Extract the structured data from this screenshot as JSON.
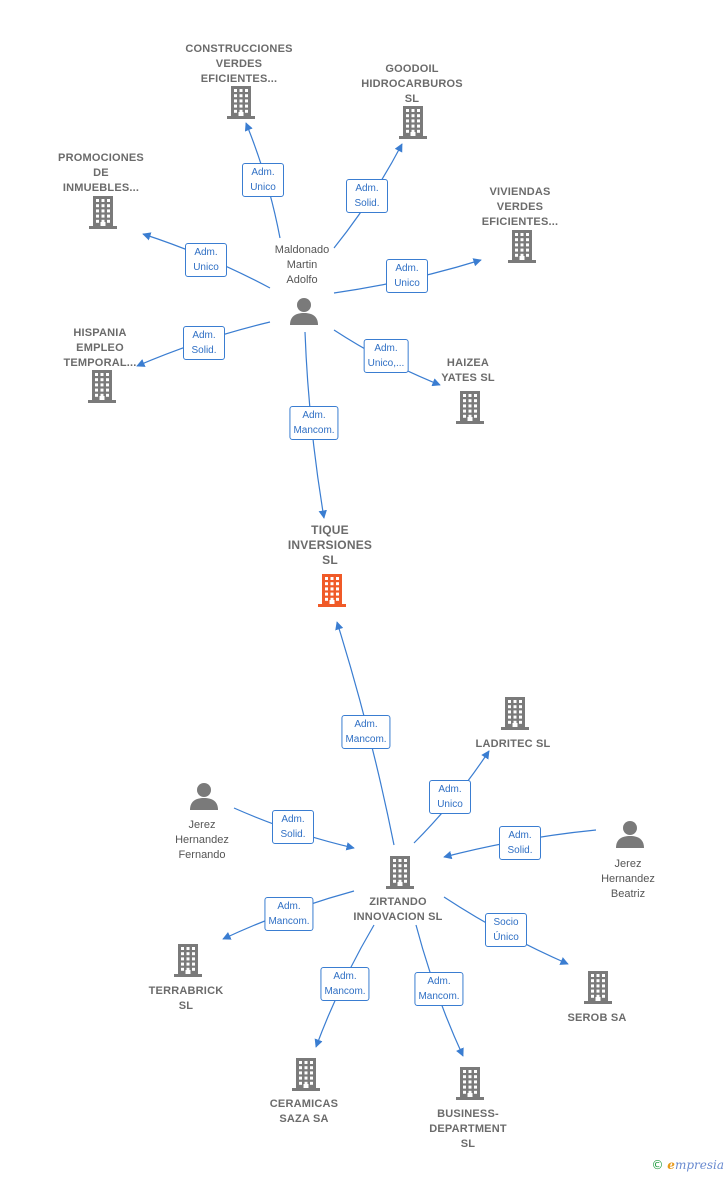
{
  "colors": {
    "company": "#7a7a7a",
    "main_company": "#f05a28",
    "person": "#7a7a7a",
    "edge": "#3a7dd1"
  },
  "nodes": [
    {
      "id": "construcciones",
      "kind": "company",
      "label": "CONSTRUCCIONES\nVERDES\nEFICIENTES..."
    },
    {
      "id": "goodoil",
      "kind": "company",
      "label": "GOODOIL\nHIDROCARBUROS\nSL"
    },
    {
      "id": "promociones",
      "kind": "company",
      "label": "PROMOCIONES\nDE\nINMUEBLES..."
    },
    {
      "id": "viviendas",
      "kind": "company",
      "label": "VIVIENDAS\nVERDES\nEFICIENTES..."
    },
    {
      "id": "maldonado",
      "kind": "person",
      "label": "Maldonado\nMartin\nAdolfo"
    },
    {
      "id": "hispania",
      "kind": "company",
      "label": "HISPANIA\nEMPLEO\nTEMPORAL..."
    },
    {
      "id": "haizea",
      "kind": "company",
      "label": "HAIZEA\nYATES  SL"
    },
    {
      "id": "tique",
      "kind": "main",
      "label": "TIQUE\nINVERSIONES\nSL"
    },
    {
      "id": "ladritec",
      "kind": "company",
      "label": "LADRITEC  SL"
    },
    {
      "id": "jerez_f",
      "kind": "person",
      "label": "Jerez\nHernandez\nFernando"
    },
    {
      "id": "jerez_b",
      "kind": "person",
      "label": "Jerez\nHernandez\nBeatriz"
    },
    {
      "id": "zirtando",
      "kind": "company",
      "label": "ZIRTANDO\nINNOVACION SL"
    },
    {
      "id": "terrabrick",
      "kind": "company",
      "label": "TERRABRICK\nSL"
    },
    {
      "id": "serob",
      "kind": "company",
      "label": "SEROB SA"
    },
    {
      "id": "ceramicas",
      "kind": "company",
      "label": "CERAMICAS\nSAZA SA"
    },
    {
      "id": "business",
      "kind": "company",
      "label": "BUSINESS-\nDEPARTMENT\nSL"
    }
  ],
  "edges": [
    {
      "from": "maldonado",
      "to": "construcciones",
      "label": "Adm.\nUnico"
    },
    {
      "from": "maldonado",
      "to": "goodoil",
      "label": "Adm.\nSolid."
    },
    {
      "from": "maldonado",
      "to": "promociones",
      "label": "Adm.\nUnico"
    },
    {
      "from": "maldonado",
      "to": "viviendas",
      "label": "Adm.\nUnico"
    },
    {
      "from": "maldonado",
      "to": "hispania",
      "label": "Adm.\nSolid."
    },
    {
      "from": "maldonado",
      "to": "haizea",
      "label": "Adm.\nUnico,..."
    },
    {
      "from": "maldonado",
      "to": "tique",
      "label": "Adm.\nMancom."
    },
    {
      "from": "zirtando",
      "to": "tique",
      "label": "Adm.\nMancom."
    },
    {
      "from": "zirtando",
      "to": "ladritec",
      "label": "Adm.\nUnico"
    },
    {
      "from": "jerez_f",
      "to": "zirtando",
      "label": "Adm.\nSolid."
    },
    {
      "from": "jerez_b",
      "to": "zirtando",
      "label": "Adm.\nSolid."
    },
    {
      "from": "zirtando",
      "to": "terrabrick",
      "label": "Adm.\nMancom."
    },
    {
      "from": "zirtando",
      "to": "serob",
      "label": "Socio\nÚnico"
    },
    {
      "from": "zirtando",
      "to": "ceramicas",
      "label": "Adm.\nMancom."
    },
    {
      "from": "zirtando",
      "to": "business",
      "label": "Adm.\nMancom."
    }
  ],
  "footer": {
    "copyright_symbol": "©",
    "brand_initial": "e",
    "brand_rest": "mpresia"
  }
}
